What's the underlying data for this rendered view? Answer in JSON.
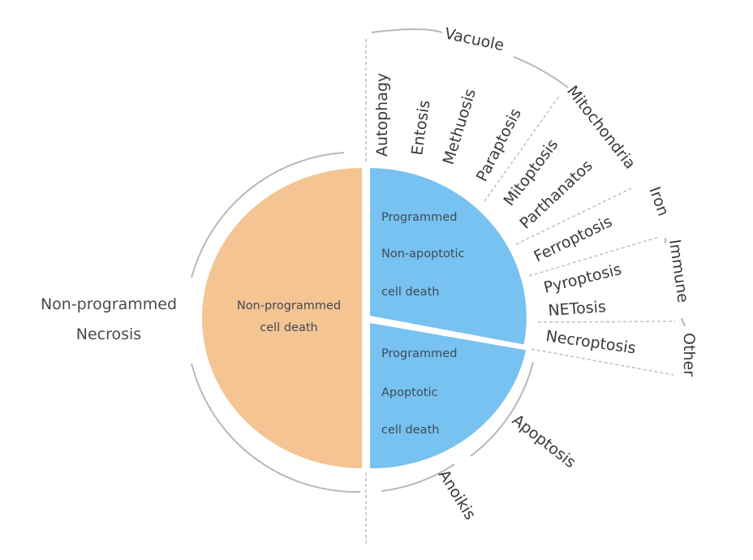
{
  "colors": {
    "non_programmed_fill": "#f4c493",
    "programmed_fill": "#77c2f0",
    "arc_stroke": "#b8b8b8",
    "divider_stroke": "#bfbfbf",
    "label_text": "#3a3a3a",
    "inner_text": "#3f4a55"
  },
  "diagram": {
    "left_label": {
      "line1": "Non-programmed",
      "line2": "Necrosis"
    },
    "left_half": {
      "line1": "Non-programmed",
      "line2": "cell death"
    },
    "upper_right": {
      "line1": "Programmed",
      "line2": "Non-apoptotic",
      "line3": "cell death"
    },
    "lower_right": {
      "line1": "Programmed",
      "line2": "Apoptotic",
      "line3": "cell death"
    },
    "mechanisms": [
      "Autophagy",
      "Entosis",
      "Methuosis",
      "Paraptosis",
      "Mitoptosis",
      "Parthanatos",
      "Ferroptosis",
      "Pyroptosis",
      "NETosis",
      "Necroptosis",
      "Apoptosis",
      "Anoikis"
    ],
    "groups": [
      "Vacuole",
      "Mitochondria",
      "Iron",
      "Immune",
      "Other"
    ]
  }
}
